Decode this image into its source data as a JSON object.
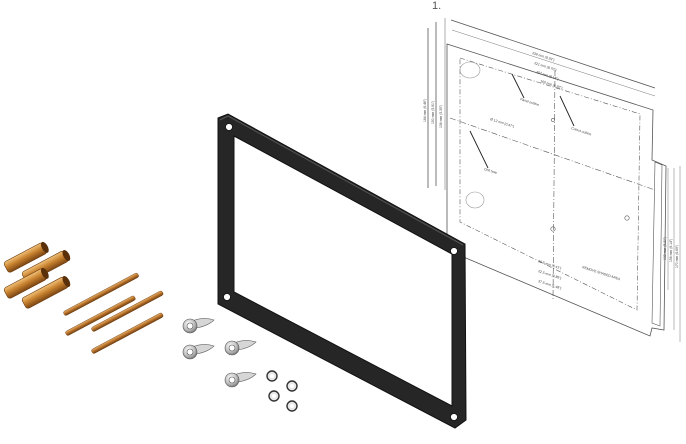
{
  "step": {
    "number": "1."
  },
  "template": {
    "top_dims": [
      "236 mm (9.29\")",
      "221 mm (8.70\")",
      "207 mm (8.15\")",
      "160 mm (6.30\")"
    ],
    "left_dims": [
      "164 mm (6.46\")",
      "150 mm (5.91\")",
      "136 mm (5.35\")"
    ],
    "center_dim": "Ø 12 mm (0.47\")",
    "right_dims": [
      "132 mm (5.20\")",
      "156 mm (6.14\")",
      "170 mm (6.69\")"
    ],
    "bottom_dims": [
      "10.5 mm (0.41\")",
      "22.5 mm (0.89\")",
      "37.5 mm (1.48\")"
    ],
    "labels": {
      "panel_outline": "Panel outline",
      "cutout_outline": "Cutout outline",
      "drill_hole": "Drill hole",
      "remove_shaded_area": "REMOVE SHADED AREA"
    }
  },
  "colors": {
    "gasket": "#222222",
    "brass": "#b8782e",
    "steel": "#b9b9b9",
    "line": "#333333"
  }
}
